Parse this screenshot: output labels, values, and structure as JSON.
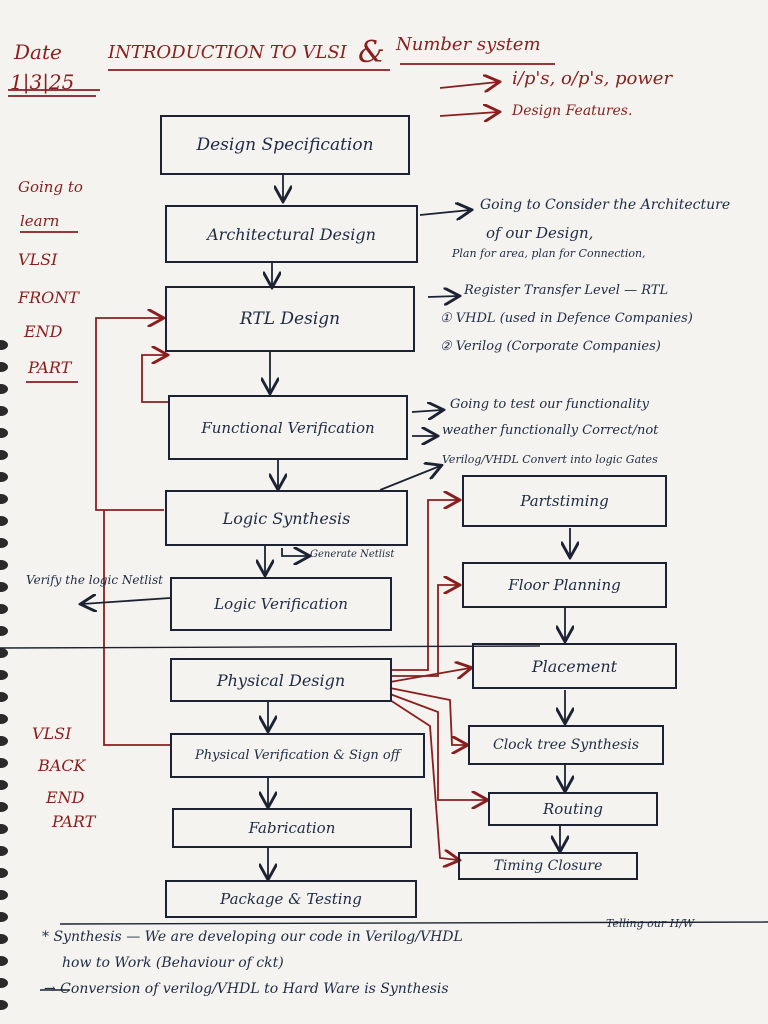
{
  "header": {
    "date_label": "Date",
    "date_value": "1|3|25",
    "title_a": "INTRODUCTION TO VLSI",
    "title_amp": "&",
    "title_b": "Number system",
    "note_1": "i/p's, o/p's, power",
    "note_2": "Design Features."
  },
  "side_front": {
    "line1": "Going to",
    "line2": "learn",
    "line3": "VLSI",
    "line4": "FRONT",
    "line5": "END",
    "line6": "PART"
  },
  "side_back": {
    "line1": "VLSI",
    "line2": "BACK",
    "line3": "END",
    "line4": "PART"
  },
  "flow": {
    "design_spec": "Design Specification",
    "arch_design": "Architectural Design",
    "rtl_design": "RTL Design",
    "func_verif": "Functional Verification",
    "logic_synth": "Logic Synthesis",
    "logic_verif": "Logic Verification",
    "phys_design": "Physical Design",
    "phys_verif": "Physical Verification & Sign off",
    "fabrication": "Fabrication",
    "package": "Package & Testing"
  },
  "backend": {
    "partitioning": "Partstiming",
    "floor_planning": "Floor Planning",
    "placement": "Placement",
    "cts": "Clock tree Synthesis",
    "routing": "Routing",
    "timing_closure": "Timing Closure"
  },
  "annotations": {
    "arch_1": "Going to Consider the Architecture",
    "arch_2": "of our Design,",
    "arch_3": "Plan for area, plan for Connection,",
    "rtl_1": "Register Transfer Level — RTL",
    "rtl_2": "① VHDL (used in Defence Companies)",
    "rtl_3": "② Verilog (Corporate Companies)",
    "func_1": "Going to test our functionality",
    "func_2": "weather functionally Correct/not",
    "synth_1": "Verilog/VHDL Convert into logic Gates",
    "netlist": "Generate Netlist",
    "verify": "Verify the logic Netlist"
  },
  "footer": {
    "line1a": "* Synthesis — We are developing our code in Verilog/VHDL",
    "line1b": "Telling our H/W",
    "line2": "how to Work (Behaviour of ckt)",
    "line3": "→ Conversion of verilog/VHDL to Hard Ware is Synthesis"
  }
}
